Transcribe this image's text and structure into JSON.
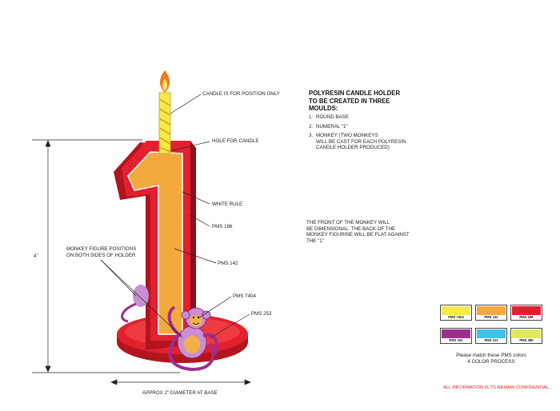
{
  "labels": {
    "candle_note": "CANDLE IS FOR POSITION ONLY",
    "hole": "HOLE FOR CANDLE",
    "white_rule": "WHITE RULE",
    "pms186": "PMS 186",
    "pms142": "PMS 142",
    "pms7404": "PMS 7404",
    "pms253": "PMS 253",
    "monkey_positions": "MONKEY FIGURE POSITIONS\nON BOTH SIDES OF HOLDER",
    "height": "4\"",
    "diameter": "APPROX 2\" DIAMETER AT BASE"
  },
  "spec": {
    "title": "POLYRESIN CANDLE HOLDER\nTO BE CREATED IN THREE\nMOULDS:",
    "items": [
      {
        "num": "1:",
        "text": "ROUND BASE"
      },
      {
        "num": "2:",
        "text": "NUMERAL \"1\""
      },
      {
        "num": "3.",
        "text": "MONKEY (TWO MONKEYS\n  WILL BE CAST FOR EACH POLYRESIN\n  CANDLE HOLDER PRODUCED)"
      }
    ],
    "note": "THE FRONT OF THE MONKEY WILL\nBE DIMENSIONAL. THE BACK OF THE\nMONKEY FIGURINE WILL BE FLAT AGAINST\nTHE \"1\""
  },
  "swatches": [
    {
      "code": "PMS 7404",
      "color": "#f7e94a"
    },
    {
      "code": "PMS 142",
      "color": "#f4a93c"
    },
    {
      "code": "PMS 186",
      "color": "#e3202f"
    },
    {
      "code": "PMS 253",
      "color": "#9b2f8e"
    },
    {
      "code": "PMS 311",
      "color": "#3fc3e6"
    },
    {
      "code": "PMS 380",
      "color": "#dfe85a"
    }
  ],
  "match_note": "Please match these PMS colors\n4 COLOR PROCESS",
  "confidential": "ALL INFORMATION IS TO REMAIN CONFIDENTIAL.",
  "colors": {
    "red_face": "#e3202f",
    "red_side": "#b3151f",
    "orange": "#f4a93c",
    "yellow": "#f7e94a",
    "purple": "#9b2f8e",
    "monkey_body": "#c98fd0",
    "monkey_face": "#f3b04a",
    "flame": "#f07a1e"
  }
}
